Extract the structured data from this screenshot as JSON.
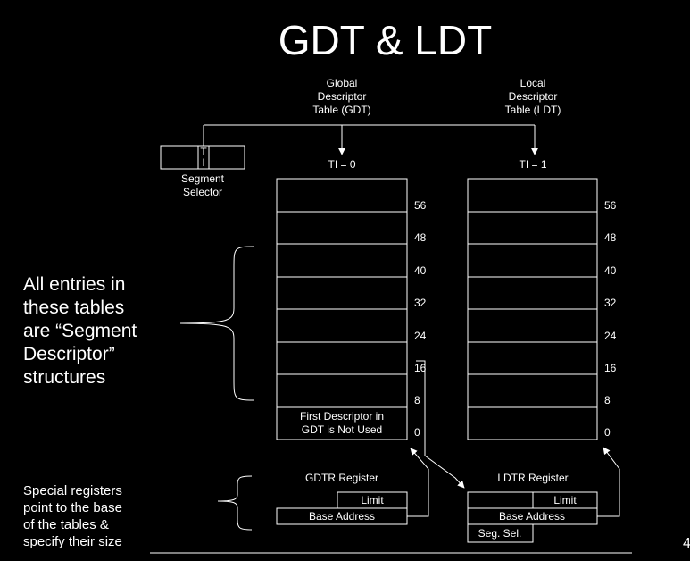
{
  "title": "GDT & LDT",
  "notes": {
    "entries_lines": [
      "All entries in",
      "these tables",
      "are “Segment",
      "Descriptor”",
      "structures"
    ],
    "registers_lines": [
      "Special registers",
      "point to the base",
      "of the tables &",
      "specify their size"
    ]
  },
  "selector": {
    "ti_lines": [
      "T",
      "I"
    ],
    "label_lines": [
      "Segment",
      "Selector"
    ]
  },
  "gdt": {
    "heading_lines": [
      "Global",
      "Descriptor",
      "Table (GDT)"
    ],
    "ti_value": "TI = 0",
    "offsets": [
      "56",
      "48",
      "40",
      "32",
      "24",
      "16",
      "8",
      "0"
    ],
    "first_entry_lines": [
      "First Descriptor in",
      "GDT is Not Used"
    ],
    "register_title": "GDTR Register",
    "limit_label": "Limit",
    "base_label": "Base Address"
  },
  "ldt": {
    "heading_lines": [
      "Local",
      "Descriptor",
      "Table (LDT)"
    ],
    "ti_value": "TI = 1",
    "offsets": [
      "56",
      "48",
      "40",
      "32",
      "24",
      "16",
      "8",
      "0"
    ],
    "register_title": "LDTR Register",
    "limit_label": "Limit",
    "base_label": "Base Address",
    "selector_label": "Seg. Sel."
  },
  "page_number": "4"
}
